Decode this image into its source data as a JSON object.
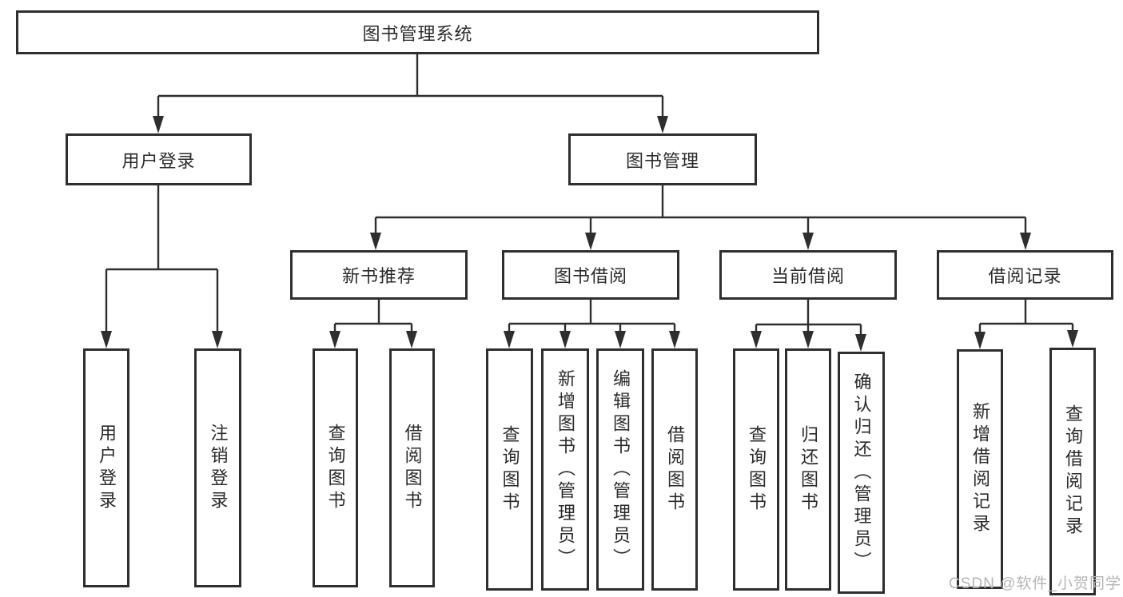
{
  "diagram": {
    "root": "图书管理系统",
    "user_login": {
      "label": "用户登录",
      "children": {
        "login": "用户登录",
        "logout": "注销登录"
      }
    },
    "book_mgmt": {
      "label": "图书管理",
      "new_book_rec": {
        "label": "新书推荐",
        "children": {
          "query": "查询图书",
          "borrow": "借阅图书"
        }
      },
      "book_borrow": {
        "label": "图书借阅",
        "children": {
          "query": "查询图书",
          "add": "新增图书（管理员）",
          "edit": "编辑图书（管理员）",
          "borrow": "借阅图书"
        }
      },
      "current_borrow": {
        "label": "当前借阅",
        "children": {
          "query": "查询图书",
          "return": "归还图书",
          "confirm": "确认归还（管理员）"
        }
      },
      "borrow_records": {
        "label": "借阅记录",
        "children": {
          "add": "新增借阅记录",
          "query": "查询借阅记录"
        }
      }
    }
  },
  "watermark": "CSDN @软件_小贺同学",
  "colors": {
    "line": "#2e2e2e",
    "text": "#2a2a2a",
    "watermark": "#b5b5b5",
    "background": "#ffffff"
  }
}
